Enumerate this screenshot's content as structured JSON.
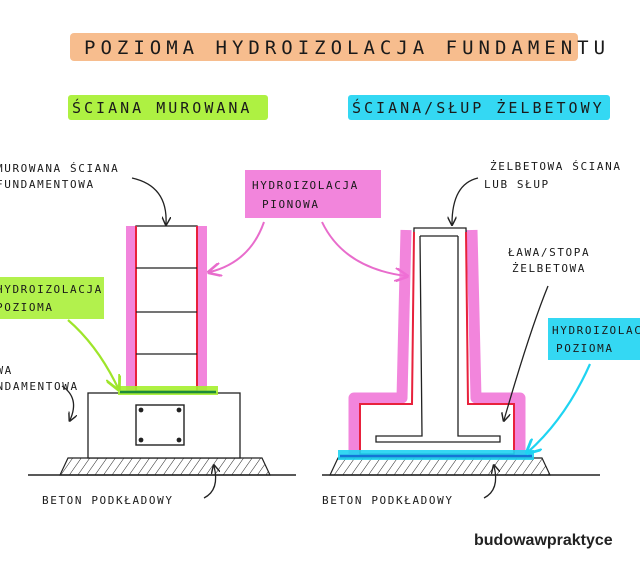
{
  "title": "POZIOMA HYDROIZOLACJA FUNDAMENTU",
  "left": {
    "heading": "ŚCIANA MUROWANA",
    "wall_label": [
      "MUROWANA ŚCIANA",
      "FUNDAMENTOWA"
    ],
    "horizontal_label": [
      "HYDROIZOLACJA",
      "POZIOMA"
    ],
    "footing_label": [
      "ŁAWA",
      "FUNDAMENTOWA"
    ],
    "base_label": "BETON PODKŁADOWY"
  },
  "center_label": [
    "HYDROIZOLACJA",
    "PIONOWA"
  ],
  "right": {
    "heading": "ŚCIANA/SŁUP ŻELBETOWY",
    "wall_label": [
      "ŻELBETOWA ŚCIANA",
      "LUB SŁUP"
    ],
    "footing_label": [
      "ŁAWA/STOPA",
      "ŻELBETOWA"
    ],
    "horizontal_label": [
      "HYDROIZOLACJA",
      "POZIOMA"
    ],
    "base_label": "BETON PODKŁADOWY"
  },
  "brand": "budowawpraktyce",
  "colors": {
    "orange": "#f6b27a",
    "green": "#a5ef2e",
    "cyan": "#1ed4f2",
    "magenta": "#f070d6",
    "red": "#e8213c",
    "dark_green": "#1d8a3a",
    "blue": "#1474d6",
    "ink": "#1a1a1a"
  }
}
